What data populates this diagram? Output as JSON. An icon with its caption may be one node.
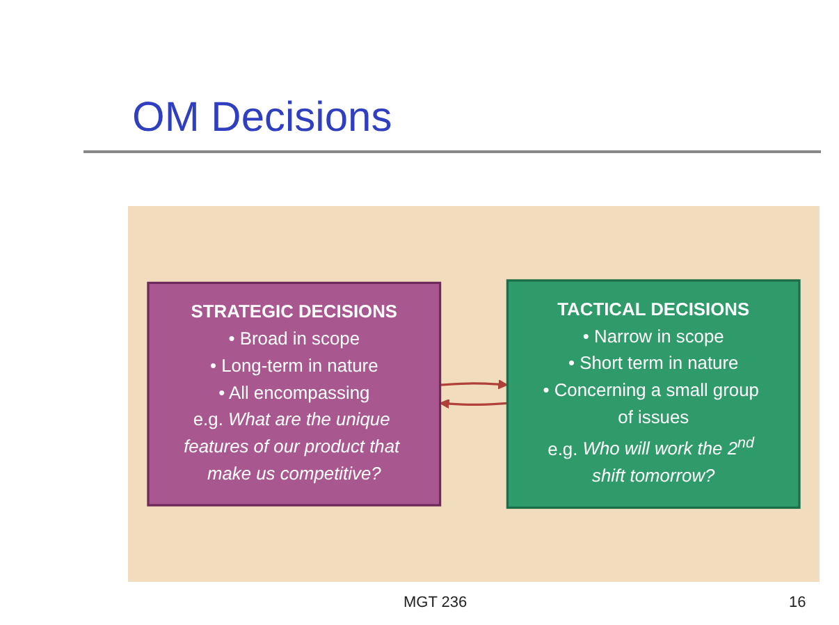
{
  "diagram": {
    "title": "OM Decisions",
    "nodes": [
      {
        "text": [
          "STRATEGIC DECISIONS",
          "• Broad in scope",
          "• Long-term in nature",
          "• All encompassing",
          "e.g. *What are the unique features of our product that make us competitive?*"
        ]
      },
      {
        "text": [
          "TACTICAL DECISIONS",
          "• Narrow in scope",
          "• Short term in nature",
          "• Concerning a small group of issues",
          "e.g. *Who will work the 2$^{nd}$ shift tomorrow?*"
        ]
      }
    ],
    "edges": [
      {
        "from": 0,
        "to": 1,
        "arrow": "to"
      },
      {
        "from": 1,
        "to": 0,
        "arrow": "to"
      }
    ],
    "labels": [
      "MGT 236",
      "16"
    ]
  }
}
